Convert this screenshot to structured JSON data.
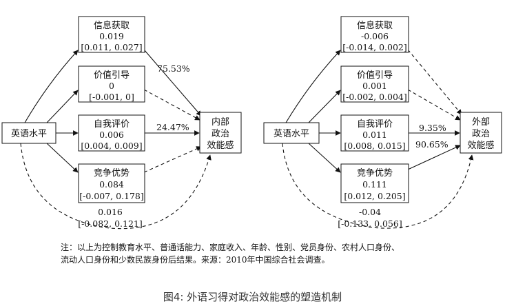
{
  "left": {
    "predictor": "英语水平",
    "outcome": [
      "内部",
      "政治",
      "效能感"
    ],
    "mediators": [
      {
        "name": "信息获取",
        "coef": "0.019",
        "ci": "[0.011, 0.027]"
      },
      {
        "name": "价值引导",
        "coef": "0",
        "ci": "[-0.001, 0]"
      },
      {
        "name": "自我评价",
        "coef": "0.006",
        "ci": "[0.004, 0.009]"
      },
      {
        "name": "竞争优势",
        "coef": "0.084",
        "ci": "[-0.007, 0.178]"
      }
    ],
    "pct_labels": [
      "75.53%",
      "24.47%"
    ],
    "direct": {
      "coef": "0.016",
      "ci": "[-0.082, 0.121]"
    }
  },
  "right": {
    "predictor": "英语水平",
    "outcome": [
      "外部",
      "政治",
      "效能感"
    ],
    "mediators": [
      {
        "name": "信息获取",
        "coef": "-0.006",
        "ci": "[-0.014, 0.002]"
      },
      {
        "name": "价值引导",
        "coef": "0.001",
        "ci": "[-0.002, 0.004]"
      },
      {
        "name": "自我评价",
        "coef": "0.011",
        "ci": "[0.008, 0.015]"
      },
      {
        "name": "竞争优势",
        "coef": "0.111",
        "ci": "[0.012, 0.205]"
      }
    ],
    "pct_labels": [
      "9.35%",
      "90.65%"
    ],
    "direct": {
      "coef": "-0.04",
      "ci": "[-0.133, 0.056]"
    }
  },
  "note": {
    "line1": "注：以上为控制教育水平、普通话能力、家庭收入、年龄、性别、党员身份、农村人口身份、",
    "line2": "流动人口身份和少数民族身份后结果。来源：2010年中国综合社会调查。"
  },
  "caption": "图4: 外语习得对政治效能感的塑造机制"
}
